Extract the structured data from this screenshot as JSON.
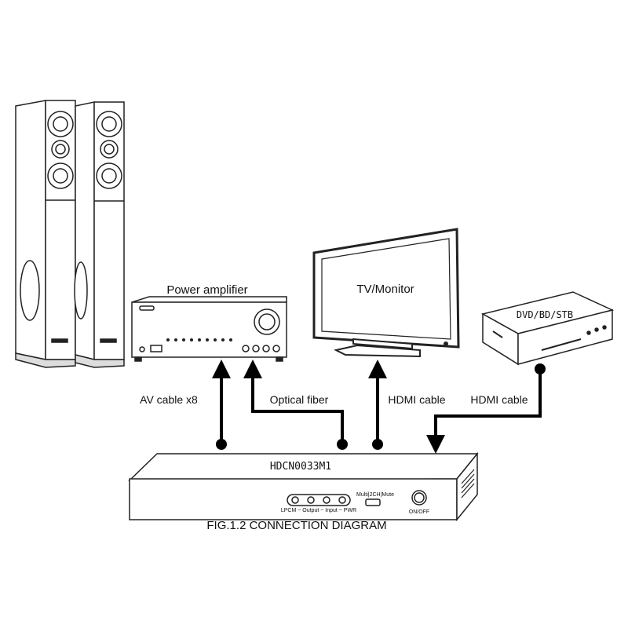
{
  "devices": {
    "amplifier_label": "Power amplifier",
    "tv_label": "TV/Monitor",
    "source_label": "DVD/BD/STB",
    "hub_model": "HDCN0033M1",
    "hub_mode_labels": "Multi|2CH|Mute",
    "hub_led_labels": "LPCM ~ Output ~ Input ~ PWR",
    "hub_power_label": "ON/OFF"
  },
  "connections": {
    "av_cable": "AV cable x8",
    "optical": "Optical fiber",
    "hdmi_tv": "HDMI cable",
    "hdmi_source": "HDMI cable"
  },
  "caption": "FIG.1.2 CONNECTION DIAGRAM"
}
